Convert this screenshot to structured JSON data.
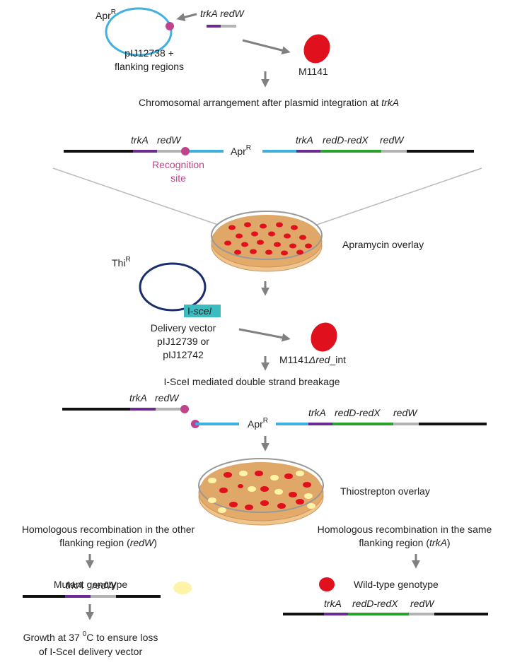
{
  "colors": {
    "purple": "#6b2c8f",
    "gray_segment": "#b3b3b3",
    "cyan": "#3fb0e0",
    "green": "#2ca02c",
    "black": "#111111",
    "recognition_site": "#c0448c",
    "arrow": "#808080",
    "colony_red": "#e0101c",
    "colony_yellow": "#fff3a8",
    "isce_box": "#3bbcc0",
    "plate_agar": "#e0a868",
    "dark_vector": "#1a2d6b"
  },
  "top": {
    "plasmid_resistance_main": "Apr",
    "plasmid_resistance_sup": "R",
    "insert_label": "trkA redW",
    "plasmid_name_line1": "pIJ12738 +",
    "plasmid_name_line2": "flanking regions",
    "strain": "M1141",
    "step_caption_prefix": "Chromosomal arrangement after plasmid integration at ",
    "step_caption_gene": "trkA"
  },
  "integrated": {
    "left_gene1": "trkA",
    "left_gene2": "redW",
    "resistance_main": "Apr",
    "resistance_sup": "R",
    "right_gene1": "trkA",
    "right_gene2": "redD-redX",
    "right_gene3": "redW",
    "site_label_line1": "Recognition",
    "site_label_line2": "site"
  },
  "plate1": {
    "label": "Apramycin overlay"
  },
  "delivery": {
    "resistance_main": "Thi",
    "resistance_sup": "R",
    "enzyme_prefix": "I-",
    "enzyme_name": "sceI",
    "vector_line1": "Delivery vector",
    "vector_line2": "pIJ12739 or",
    "vector_line3": "pIJ12742",
    "strain_prefix": "M1141",
    "strain_delta": "Δ",
    "strain_red": "red",
    "strain_suffix": "_int",
    "step_caption": "I-SceI mediated double strand breakage"
  },
  "breakage": {
    "left_gene1": "trkA",
    "left_gene2": "redW",
    "resistance_main": "Apr",
    "resistance_sup": "R",
    "right_gene1": "trkA",
    "right_gene2": "redD-redX",
    "right_gene3": "redW"
  },
  "plate2": {
    "label": "Thiostrepton overlay"
  },
  "left_branch": {
    "line1": "Homologous recombination in the other",
    "line2_prefix": "flanking region (",
    "line2_gene": "redW",
    "line2_suffix": ")",
    "outcome": "Mutant genotype",
    "gene1": "trkA",
    "gene2": "redW",
    "growth_prefix": "Growth at 37 ",
    "growth_sup": "0",
    "growth_suffix": "C to ensure loss",
    "growth_line2": "of I-SceI delivery vector"
  },
  "right_branch": {
    "line1": "Homologous recombination in the same",
    "line2_prefix": "flanking region (",
    "line2_gene": "trkA",
    "line2_suffix": ")",
    "outcome": "Wild-type genotype",
    "gene1": "trkA",
    "gene2": "redD-redX",
    "gene3": "redW"
  }
}
